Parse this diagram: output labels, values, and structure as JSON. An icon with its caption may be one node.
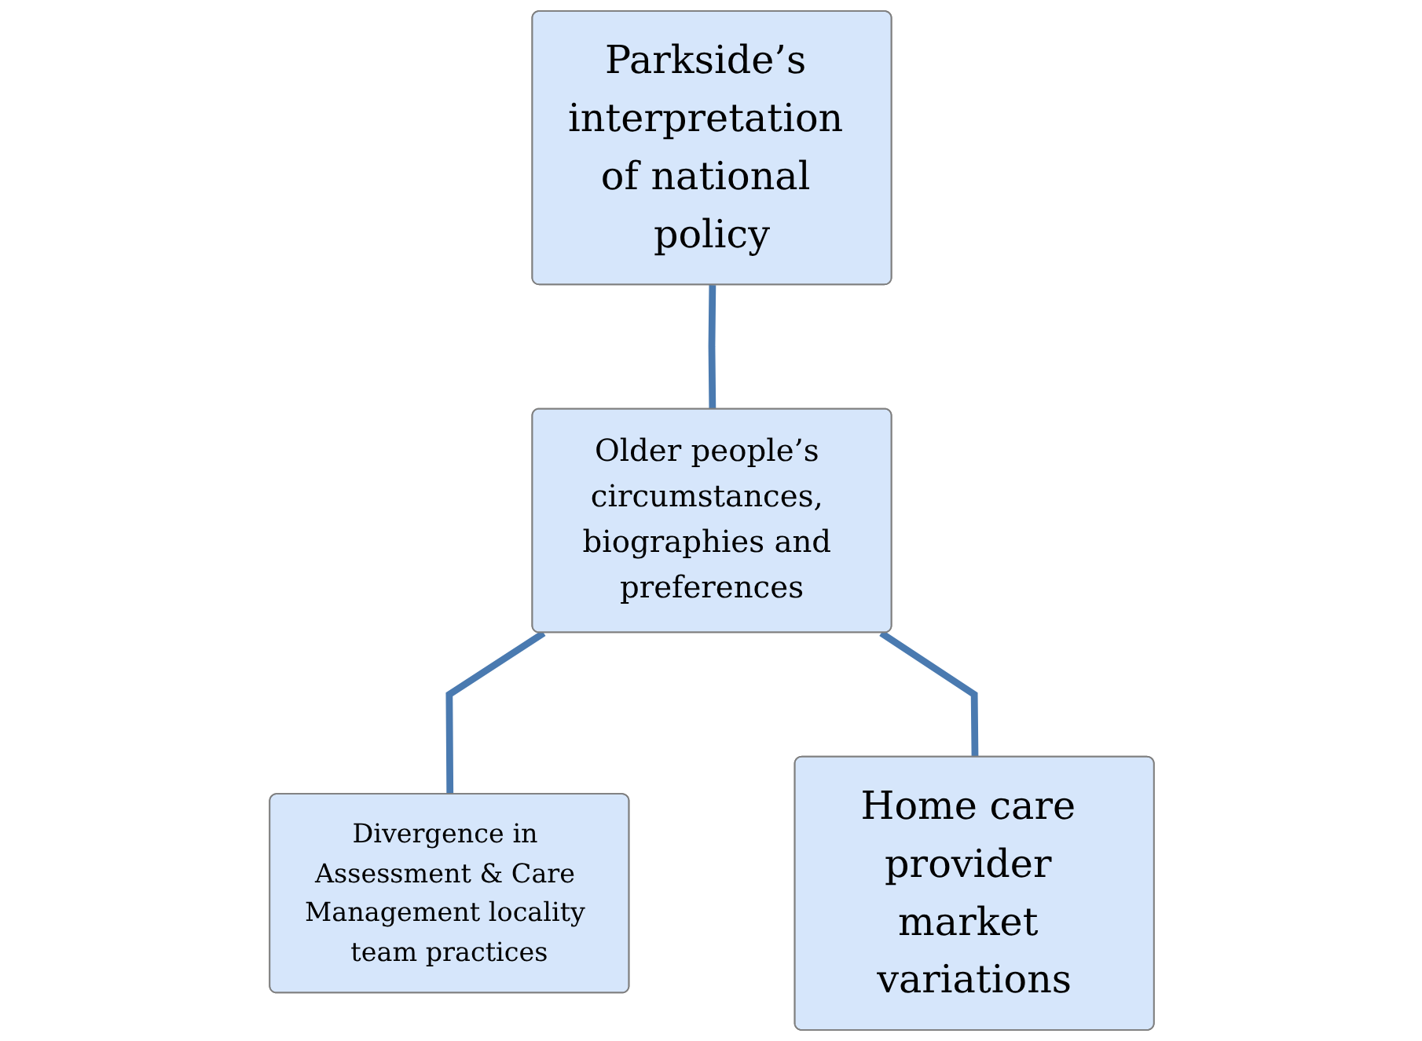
{
  "diagram": {
    "nodes": [
      {
        "text": [
          "Parkside’s interpretation of national policy"
        ]
      },
      {
        "text": [
          "Older people’s circumstances, biographies and preferences"
        ]
      },
      {
        "text": [
          "Divergence in Assessment & Care Management locality team practices"
        ]
      },
      {
        "text": [
          "Home care provider market variations"
        ]
      }
    ],
    "edges": [
      {
        "from": 0,
        "to": 1,
        "arrow": "none"
      },
      {
        "from": 1,
        "to": 2,
        "arrow": "none"
      },
      {
        "from": 1,
        "to": 3,
        "arrow": "none"
      }
    ]
  }
}
